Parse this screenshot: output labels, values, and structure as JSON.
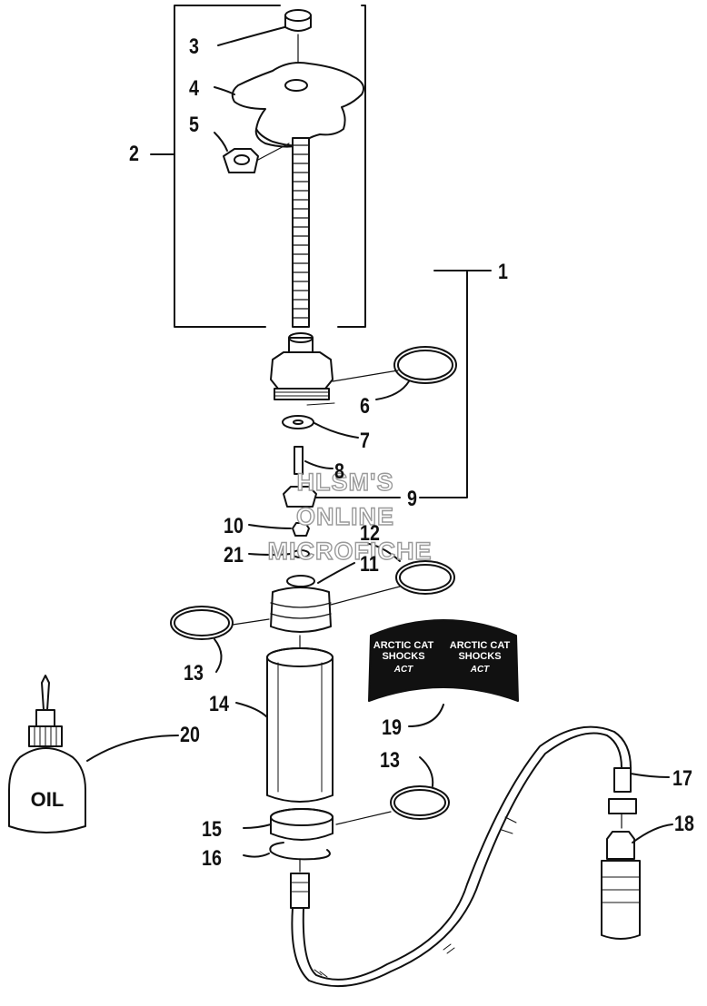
{
  "callouts": {
    "c1": "1",
    "c2": "2",
    "c3": "3",
    "c4": "4",
    "c5": "5",
    "c6": "6",
    "c7": "7",
    "c8": "8",
    "c9": "9",
    "c10": "10",
    "c11": "11",
    "c12": "12",
    "c13a": "13",
    "c13b": "13",
    "c14": "14",
    "c15": "15",
    "c16": "16",
    "c17": "17",
    "c18": "18",
    "c19": "19",
    "c20": "20",
    "c21": "21"
  },
  "bottle": {
    "label": "OIL"
  },
  "decal": {
    "left_line1": "ARCTIC CAT",
    "left_line2": "SHOCKS",
    "left_badge": "ACT",
    "right_line1": "ARCTIC CAT",
    "right_line2": "SHOCKS",
    "right_badge": "ACT"
  },
  "watermark": {
    "line1": "HLSM'S",
    "line2": "ONLINE",
    "line3": "MICROFICHE"
  },
  "colors": {
    "ink": "#111111",
    "paper": "#ffffff",
    "watermark_outline": "#9a9a9a"
  }
}
